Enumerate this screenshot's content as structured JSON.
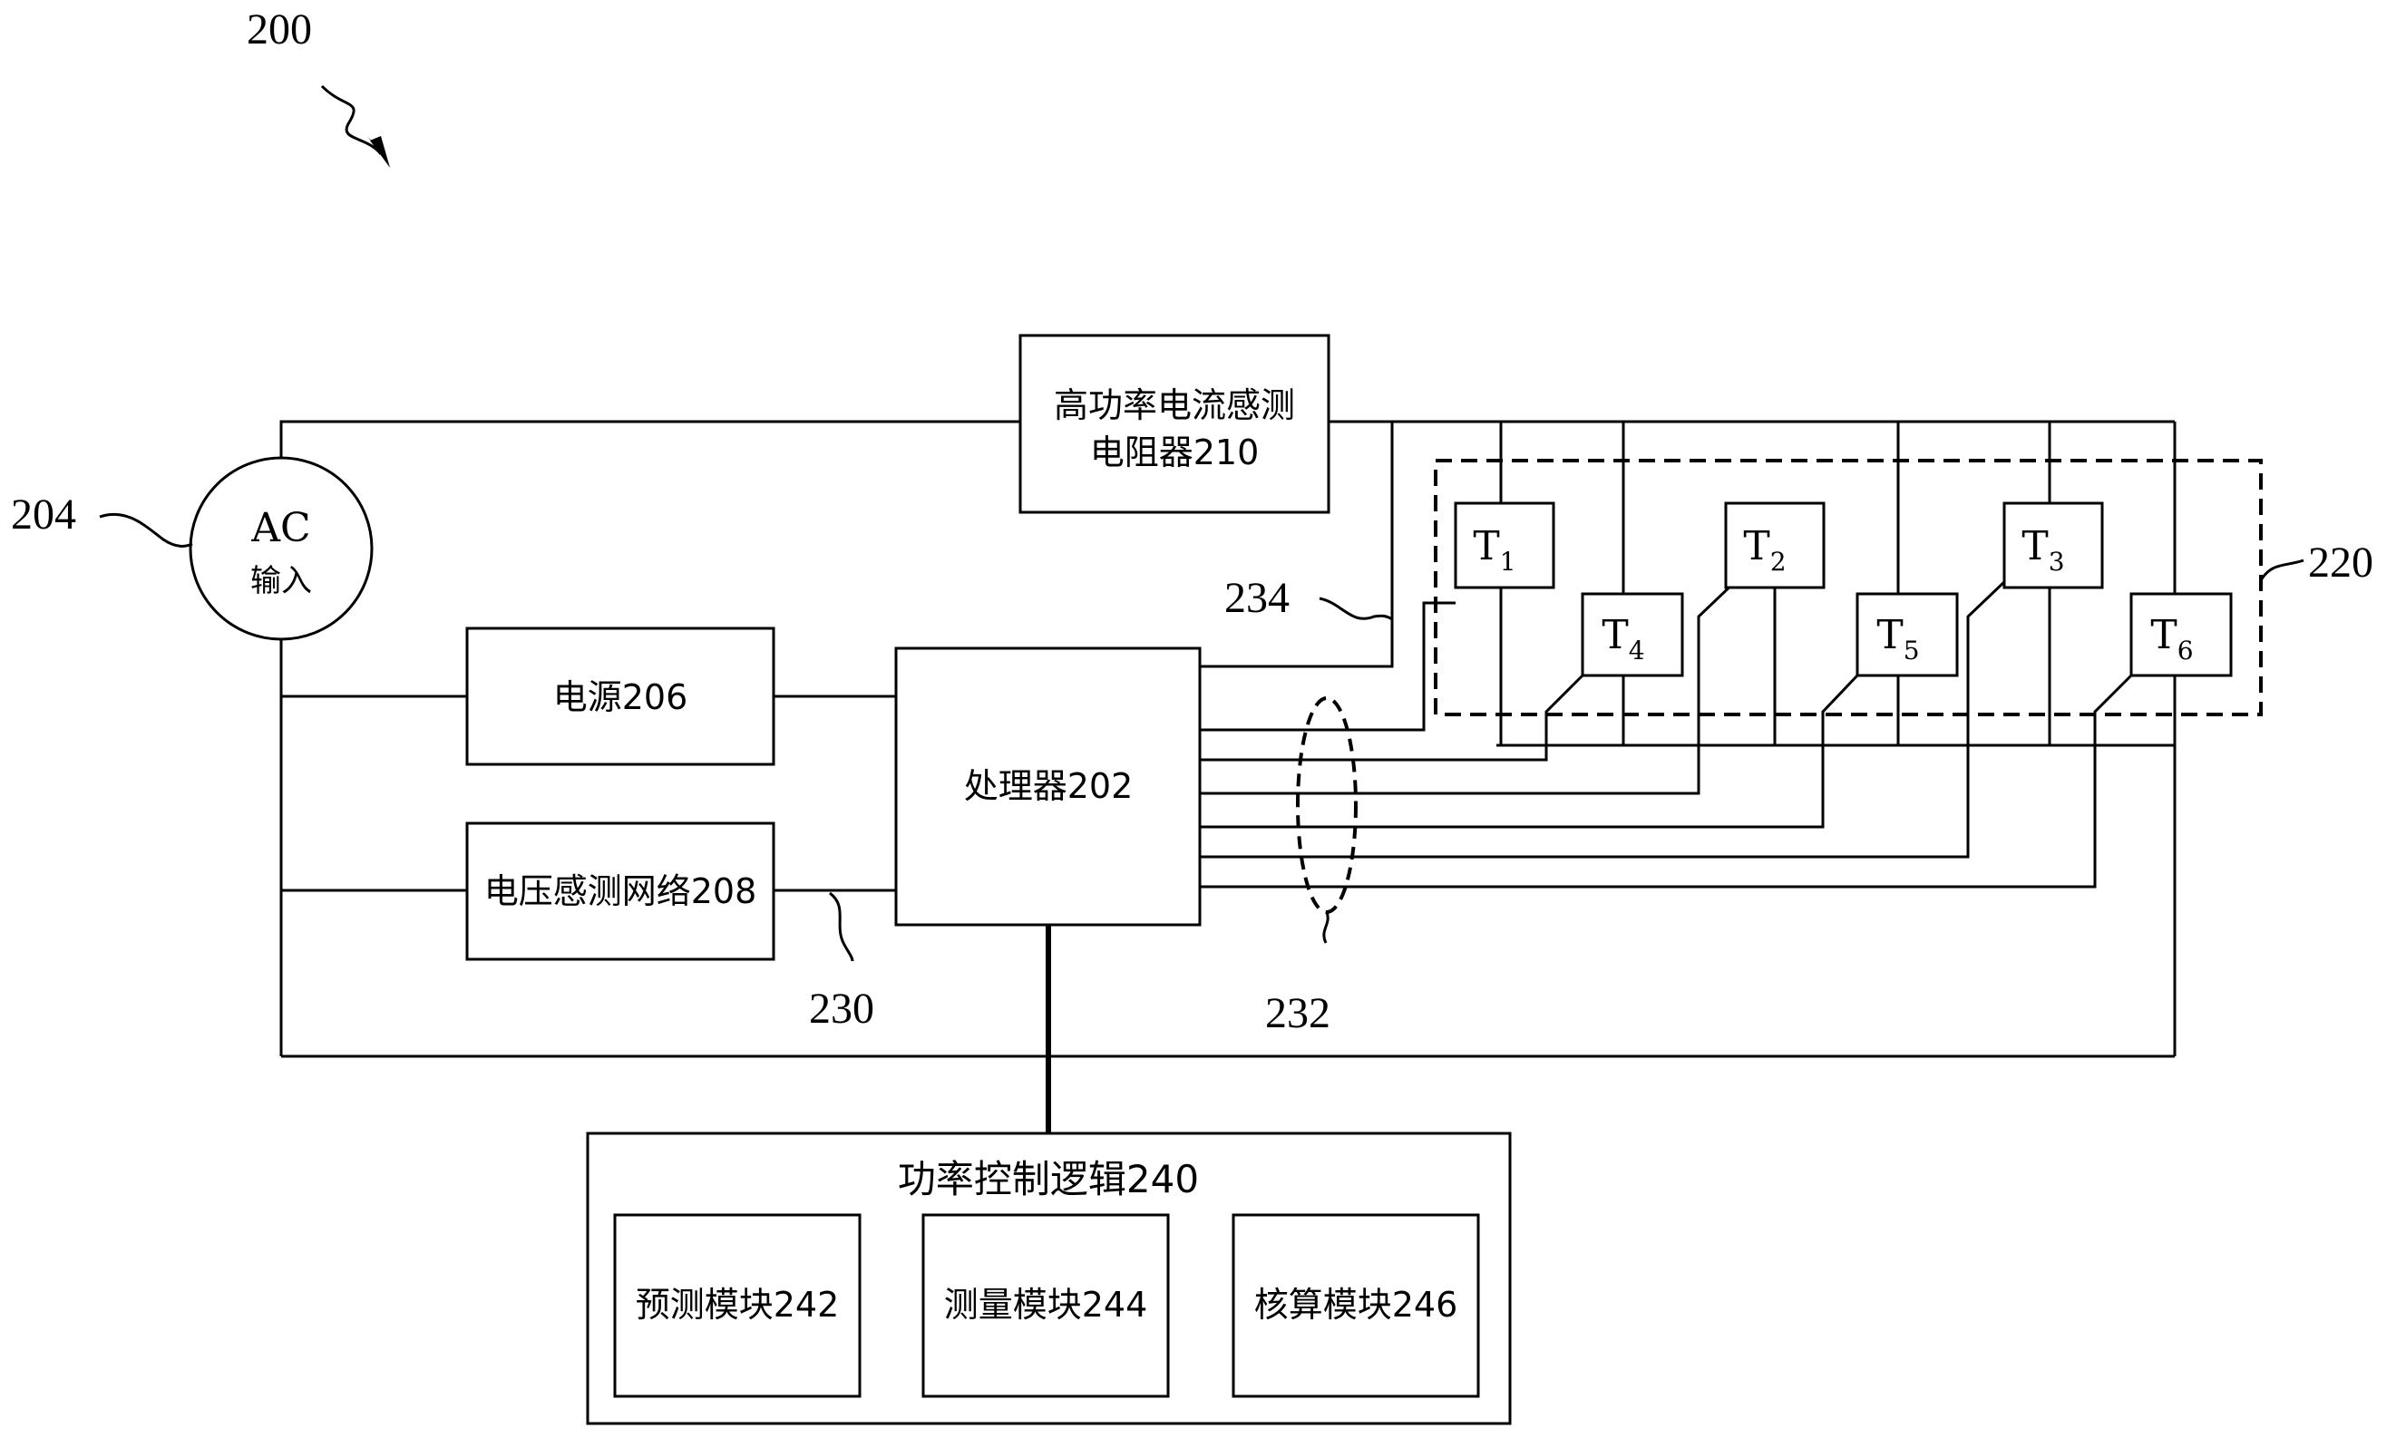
{
  "figure": {
    "ref_main": "200",
    "ref_ac": "204",
    "ref_sense_line": "230",
    "ref_bus": "232",
    "ref_feedback": "234",
    "ref_switch_group": "220"
  },
  "blocks": {
    "ac_line1": "AC",
    "ac_line2": "输入",
    "resistor_line1": "高功率电流感测",
    "resistor_line2": "电阻器210",
    "power_supply": "电源206",
    "voltage_net": "电压感测网络208",
    "processor": "处理器202",
    "control_logic": "功率控制逻辑240",
    "predict_module": "预测模块242",
    "measure_module": "测量模块244",
    "accounting_module": "核算模块246"
  },
  "switches": [
    {
      "letter": "T",
      "sub": "1"
    },
    {
      "letter": "T",
      "sub": "2"
    },
    {
      "letter": "T",
      "sub": "3"
    },
    {
      "letter": "T",
      "sub": "4"
    },
    {
      "letter": "T",
      "sub": "5"
    },
    {
      "letter": "T",
      "sub": "6"
    }
  ]
}
